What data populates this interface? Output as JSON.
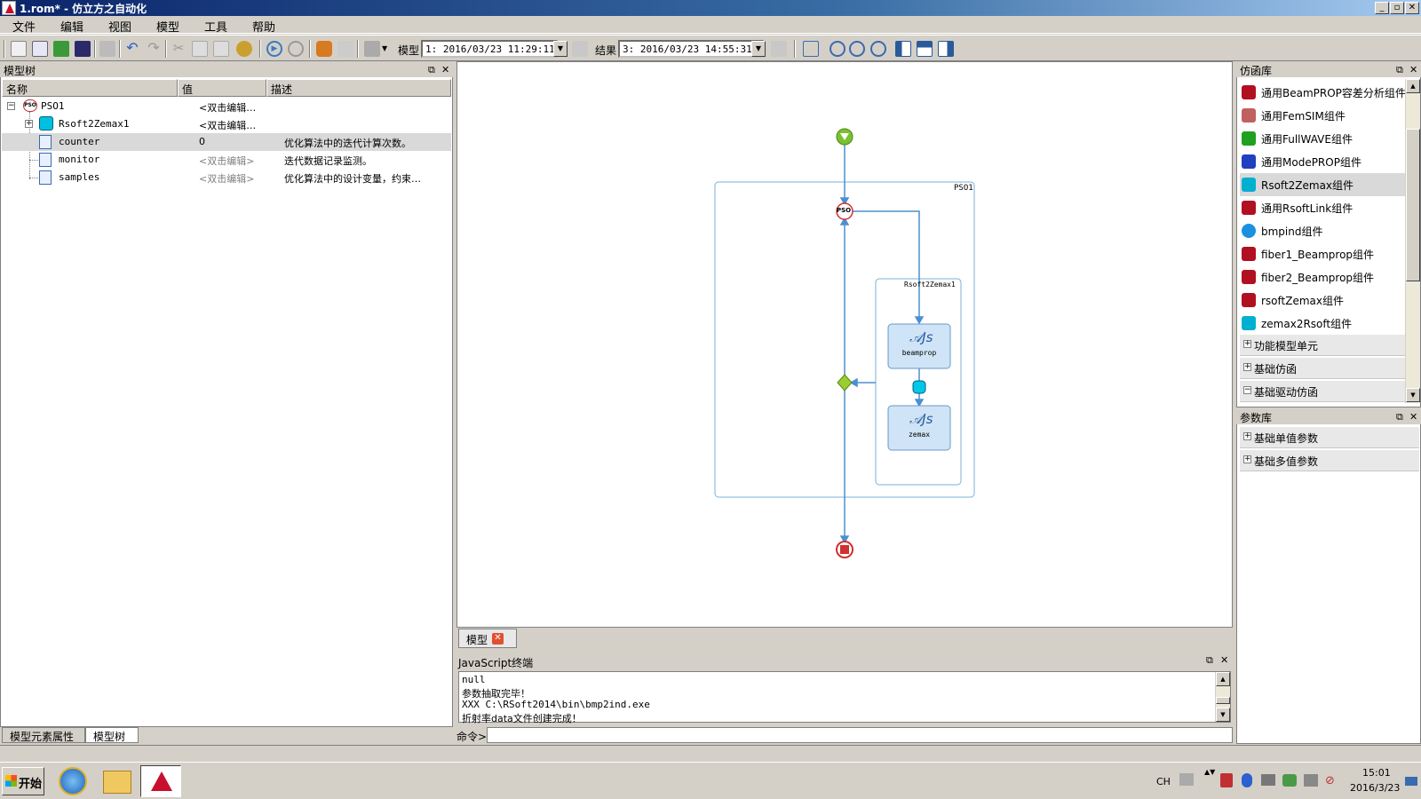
{
  "window": {
    "title": "1.rom* - 仿立方之自动化",
    "min_icon": "minimize-icon",
    "max_icon": "restore-icon",
    "close_icon": "close-icon"
  },
  "menu": [
    "文件",
    "编辑",
    "视图",
    "模型",
    "工具",
    "帮助"
  ],
  "toolbar": {
    "model_label": "模型",
    "model_value": "1: 2016/03/23 11:29:11",
    "result_label": "结果",
    "result_value": "3: 2016/03/23 14:55:31"
  },
  "model_tree": {
    "title": "模型树",
    "columns": [
      "名称",
      "值",
      "描述"
    ],
    "rows": [
      {
        "name": "PSO1",
        "value": "<双击编辑…",
        "desc": ""
      },
      {
        "name": "Rsoft2Zemax1",
        "value": "<双击编辑…",
        "desc": ""
      },
      {
        "name": "counter",
        "value": "0",
        "desc": "优化算法中的迭代计算次数。"
      },
      {
        "name": "monitor",
        "value": "<双击编辑>",
        "desc": "迭代数据记录监测。"
      },
      {
        "name": "samples",
        "value": "<双击编辑>",
        "desc": "优化算法中的设计变量，约束…"
      }
    ],
    "tabs": [
      "模型元素属性",
      "模型树"
    ]
  },
  "canvas": {
    "pso_box_label": "PSO1",
    "pso_node_label": "PSO",
    "rsoft_box_label": "Rsoft2Zemax1",
    "node1_label": "beamprop",
    "node2_label": "zemax",
    "node_glyph": "𝒜Js",
    "tab_label": "模型"
  },
  "console": {
    "title": "JavaScript终端",
    "lines": [
      "null",
      "参数抽取完毕！",
      "XXX C:\\RSoft2014\\bin\\bmp2ind.exe",
      "折射率data文件创建完成！"
    ],
    "cmd_label": "命令>"
  },
  "library": {
    "title": "仿函库",
    "items": [
      {
        "label": "通用BeamPROP容差分析组件",
        "icon": "beamprop-icon",
        "color": "#b01020"
      },
      {
        "label": "通用FemSIM组件",
        "icon": "femsim-icon",
        "color": "#c06060"
      },
      {
        "label": "通用FullWAVE组件",
        "icon": "fullwave-icon",
        "color": "#20a020"
      },
      {
        "label": "通用ModePROP组件",
        "icon": "modeprop-icon",
        "color": "#2040c0"
      },
      {
        "label": "Rsoft2Zemax组件",
        "icon": "rsoft2zemax-icon",
        "color": "#00b0d0"
      },
      {
        "label": "通用RsoftLink组件",
        "icon": "rsoftlink-icon",
        "color": "#b01020"
      },
      {
        "label": "bmpind组件",
        "icon": "bmpind-icon",
        "color": "#1a90e0"
      },
      {
        "label": "fiber1_Beamprop组件",
        "icon": "fiber1-icon",
        "color": "#b01020"
      },
      {
        "label": "fiber2_Beamprop组件",
        "icon": "fiber2-icon",
        "color": "#b01020"
      },
      {
        "label": "rsoftZemax组件",
        "icon": "rsoftzemax-icon",
        "color": "#b01020"
      },
      {
        "label": "zemax2Rsoft组件",
        "icon": "zemax2rsoft-icon",
        "color": "#00b0d0"
      }
    ],
    "groups": [
      "功能模型单元",
      "基础仿函",
      "基础驱动仿函"
    ]
  },
  "params": {
    "title": "参数库",
    "groups": [
      "基础单值参数",
      "基础多值参数"
    ]
  },
  "taskbar": {
    "start": "开始",
    "lang": "CH",
    "time": "15:01",
    "date": "2016/3/23"
  }
}
